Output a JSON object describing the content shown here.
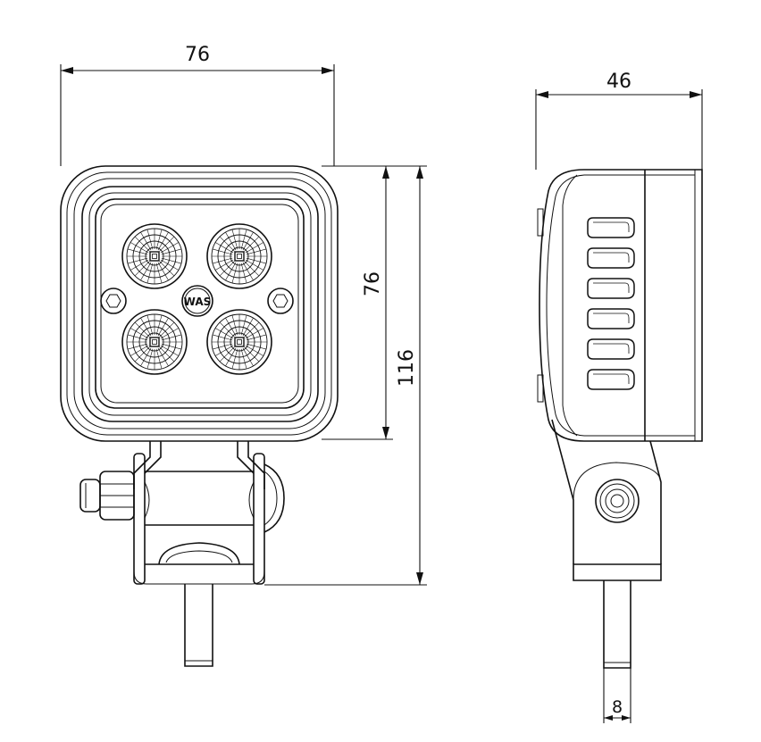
{
  "dimensions": {
    "front_width": "76",
    "front_height": "76",
    "total_height": "116",
    "side_depth": "46",
    "pin_width": "8"
  },
  "logo": {
    "text": "WAS"
  }
}
